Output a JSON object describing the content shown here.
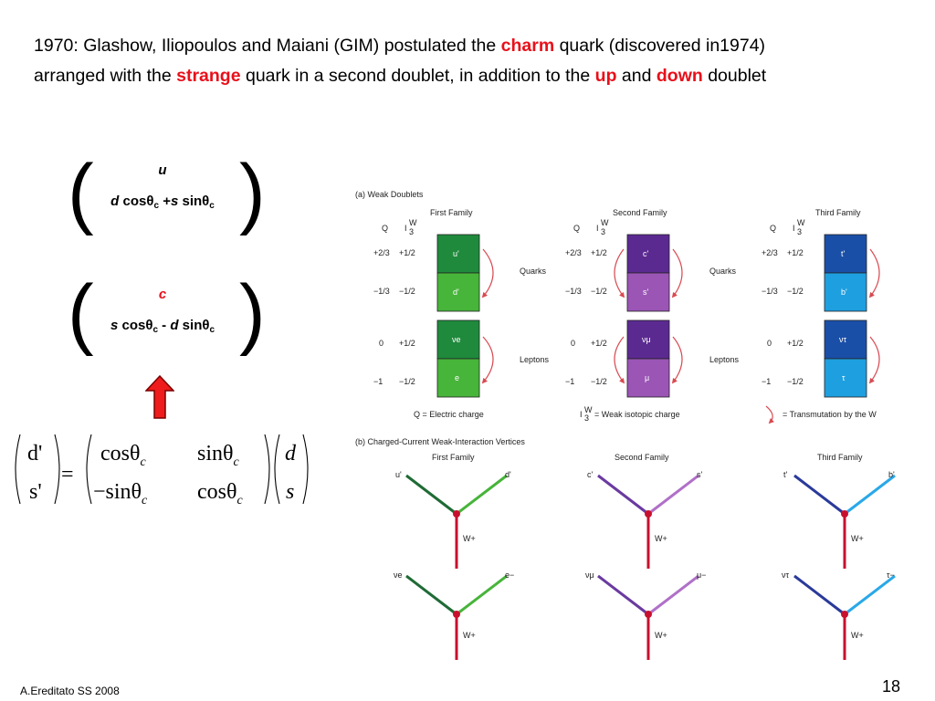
{
  "slide": {
    "title": {
      "part1": "1970: Glashow, Iliopoulos and Maiani (GIM) postulated the ",
      "charm": "charm",
      "part2": " quark (discovered in1974)",
      "part3": "arranged with the ",
      "strange": "strange",
      "part4": " quark in a second doublet, in addition to the ",
      "up": "up",
      "part5": " and ",
      "down": "down",
      "part6": " doublet"
    },
    "doublet1": {
      "top": "u",
      "b_d": "d",
      "b_cos": " cosθ",
      "b_c1": "c",
      "b_plus": " +",
      "b_s": "s",
      "b_sin": " sinθ",
      "b_c2": "c"
    },
    "doublet2": {
      "top": "c",
      "b_s": "s",
      "b_cos": " cosθ",
      "b_c1": "c",
      "b_minus": " - ",
      "b_d": "d",
      "b_sin": " sinθ",
      "b_c2": "c"
    },
    "matrix": {
      "lhs_top": "d'",
      "lhs_bot": "s'",
      "eq": "=",
      "m11": "cosθ",
      "m12": "sinθ",
      "m21": "−sinθ",
      "m22": "cosθ",
      "sub": "c",
      "rhs_top": "d",
      "rhs_bot": "s"
    },
    "footer": "A.Ereditato SS 2008",
    "page_number": "18"
  },
  "figure": {
    "part_a": "(a)  Weak Doublets",
    "part_b": "(b)  Charged-Current Weak-Interaction Vertices",
    "families": [
      "First Family",
      "Second Family",
      "Third Family"
    ],
    "col_q": "Q",
    "col_i": "I",
    "col_i_sup": "W",
    "col_i_sub": "3",
    "quarks_label": "Quarks",
    "leptons_label": "Leptons",
    "q_vals": [
      "+2/3",
      "−1/3",
      "0",
      "−1"
    ],
    "i_vals": [
      "+1/2",
      "−1/2",
      "+1/2",
      "−1/2"
    ],
    "boxes": [
      [
        "u'",
        "d'",
        "νe",
        "e"
      ],
      [
        "c'",
        "s'",
        "νμ",
        "μ"
      ],
      [
        "t'",
        "b'",
        "ντ",
        "τ"
      ]
    ],
    "legend_q": "Q  =  Electric charge",
    "legend_i": "=  Weak isotopic charge",
    "legend_w": "=  Transmutation by the  W",
    "vertex_top": [
      [
        "u'",
        "d'"
      ],
      [
        "c'",
        "s'"
      ],
      [
        "t'",
        "b'"
      ]
    ],
    "vertex_bot": [
      [
        "νe",
        "e−"
      ],
      [
        "νμ",
        "μ−"
      ],
      [
        "ντ",
        "τ−"
      ]
    ],
    "w_label": "W+",
    "colors": {
      "fam1_dark": "#1f8a3c",
      "fam1_light": "#47b43a",
      "fam2_dark": "#5b2a91",
      "fam2_light": "#9a55b5",
      "fam3_dark": "#1a4fa8",
      "fam3_light": "#1e9fe0",
      "arrow": "#d84a52",
      "w_line": "#c8102e",
      "title_red": "#e8101a"
    }
  }
}
